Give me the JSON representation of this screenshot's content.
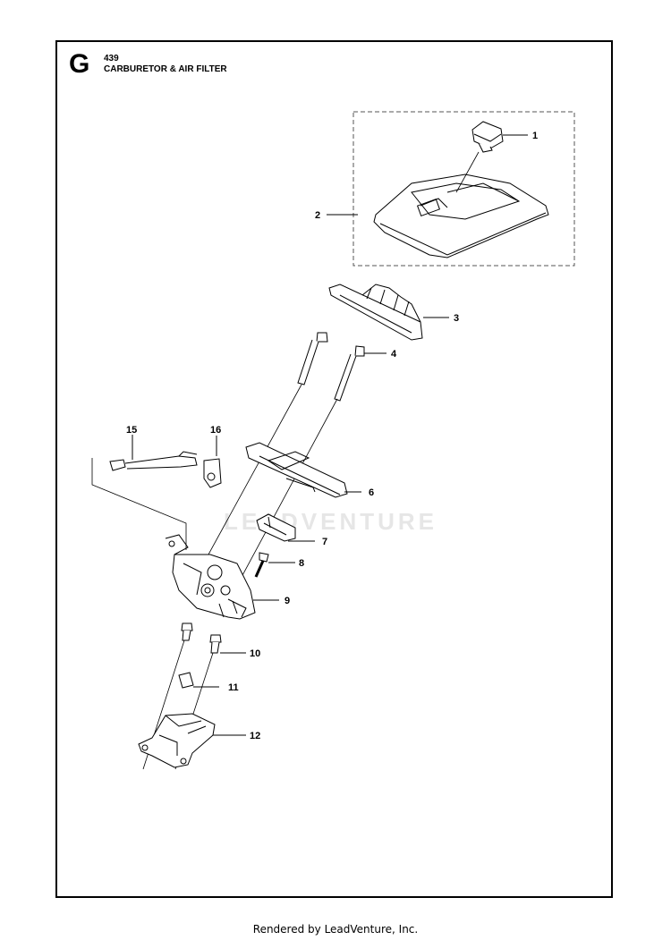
{
  "header": {
    "section_letter": "G",
    "model_number": "439",
    "title": "CARBURETOR & AIR FILTER"
  },
  "callouts": [
    {
      "id": "callout-1",
      "label": "1"
    },
    {
      "id": "callout-2",
      "label": "2"
    },
    {
      "id": "callout-3",
      "label": "3"
    },
    {
      "id": "callout-4",
      "label": "4"
    },
    {
      "id": "callout-6",
      "label": "6"
    },
    {
      "id": "callout-7",
      "label": "7"
    },
    {
      "id": "callout-8",
      "label": "8"
    },
    {
      "id": "callout-9",
      "label": "9"
    },
    {
      "id": "callout-10",
      "label": "10"
    },
    {
      "id": "callout-11",
      "label": "11"
    },
    {
      "id": "callout-12",
      "label": "12"
    },
    {
      "id": "callout-15",
      "label": "15"
    },
    {
      "id": "callout-16",
      "label": "16"
    }
  ],
  "watermark": "LEADVENTURE",
  "footer": "Rendered by LeadVenture, Inc."
}
